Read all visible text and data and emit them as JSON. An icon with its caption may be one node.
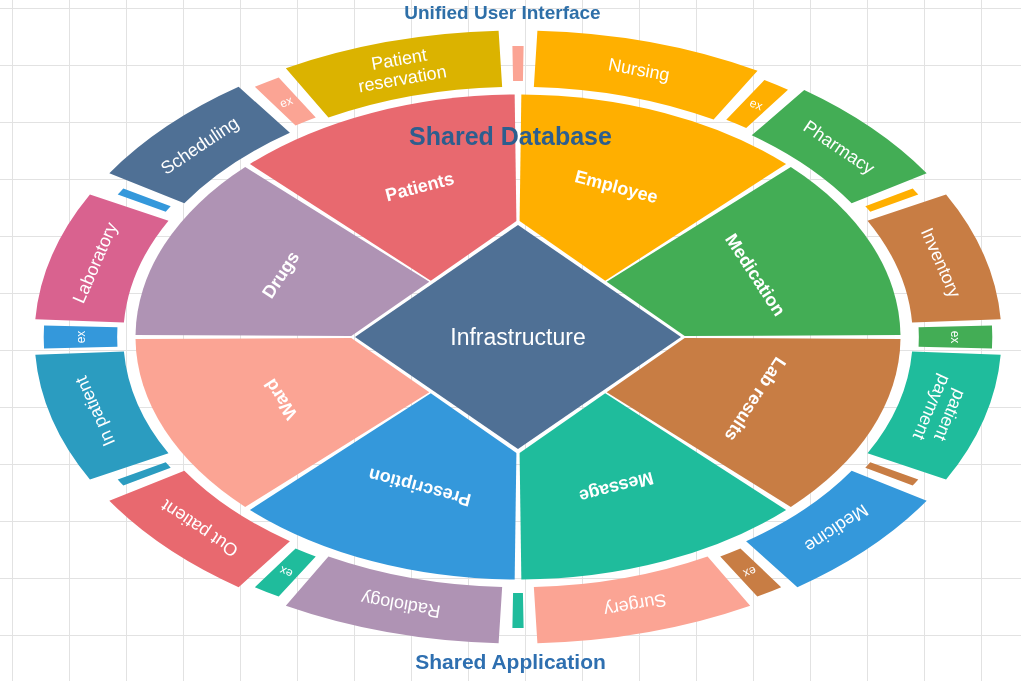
{
  "diagram": {
    "nodes": [
      {
        "text": [
          "Infrastructure"
        ]
      },
      {
        "text": [
          "Patients"
        ]
      },
      {
        "text": [
          "Employee"
        ]
      },
      {
        "text": [
          "Medication"
        ]
      },
      {
        "text": [
          "Lab results"
        ]
      },
      {
        "text": [
          "Message"
        ]
      },
      {
        "text": [
          "Prescription"
        ]
      },
      {
        "text": [
          "Ward"
        ]
      },
      {
        "text": [
          "Drugs"
        ]
      },
      {
        "text": [
          "Nursing"
        ]
      },
      {
        "text": [
          "ex"
        ]
      },
      {
        "text": [
          "Pharmacy"
        ]
      },
      {
        "text": [
          "Inventory"
        ]
      },
      {
        "text": [
          "ex"
        ]
      },
      {
        "text": [
          "patient payment"
        ]
      },
      {
        "text": [
          "Medicine"
        ]
      },
      {
        "text": [
          "ex"
        ]
      },
      {
        "text": [
          "Surgery"
        ]
      },
      {
        "text": [
          "Radiology"
        ]
      },
      {
        "text": [
          "ex"
        ]
      },
      {
        "text": [
          "Out patient"
        ]
      },
      {
        "text": [
          "In patient"
        ]
      },
      {
        "text": [
          "ex"
        ]
      },
      {
        "text": [
          "Laboratory"
        ]
      },
      {
        "text": [
          "Scheduling"
        ]
      },
      {
        "text": [
          "ex"
        ]
      },
      {
        "text": [
          "Patient reservation"
        ]
      }
    ],
    "labels": [
      "Unified User Interface",
      "Shared Database",
      "Shared Application"
    ]
  }
}
